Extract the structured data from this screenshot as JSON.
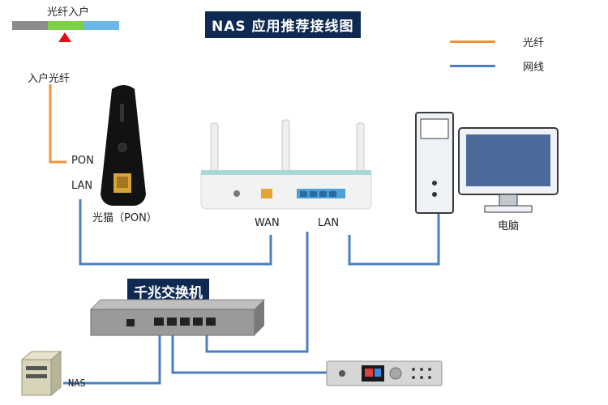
{
  "title": "NAS 应用推荐接线图",
  "fiber_bar": {
    "label": "光纤入户"
  },
  "legend": {
    "fiber_label": "光纤",
    "cable_label": "网线",
    "fiber_color": "#f0903a",
    "cable_color": "#4a7fc0"
  },
  "labels": {
    "incoming_fiber": "入户光纤",
    "pon_port": "PON",
    "lan_port_modem": "LAN",
    "modem": "光猫（PON）",
    "wan": "WAN",
    "lan_router": "LAN",
    "computer": "电脑",
    "switch": "千兆交换机",
    "nas": "NAS"
  }
}
